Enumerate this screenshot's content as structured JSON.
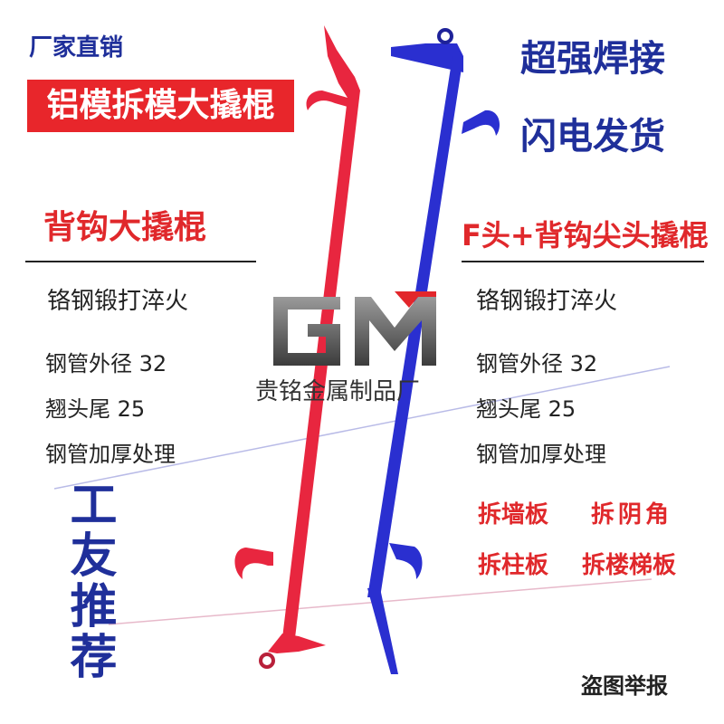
{
  "banner_left": {
    "badge": "厂家直销",
    "title": "铝模拆模大撬棍"
  },
  "banner_right": {
    "line1": "超强焊接",
    "line2": "闪电发货"
  },
  "left_product": {
    "heading": "背钩大撬棍",
    "specs": [
      "铬钢锻打淬火",
      "钢管外径 32",
      "翘头尾 25",
      "钢管加厚处理"
    ]
  },
  "right_product": {
    "heading": "F头+背钩尖头撬棍",
    "specs": [
      "铬钢锻打淬火",
      "钢管外径 32",
      "翘头尾 25",
      "钢管加厚处理"
    ],
    "uses": [
      "拆墙板",
      "拆阴角",
      "拆柱板",
      "拆楼梯板"
    ]
  },
  "recommend": "工友推荐",
  "report": "盗图举报",
  "logo": {
    "letters": "GM",
    "company": "贵铭金属制品厂"
  },
  "colors": {
    "red_bar": "#e8263f",
    "blue_bar": "#2a2fd0",
    "title_bg": "#e8262b",
    "accent_blue": "#1f2f9a",
    "use_red": "#e0282b"
  }
}
